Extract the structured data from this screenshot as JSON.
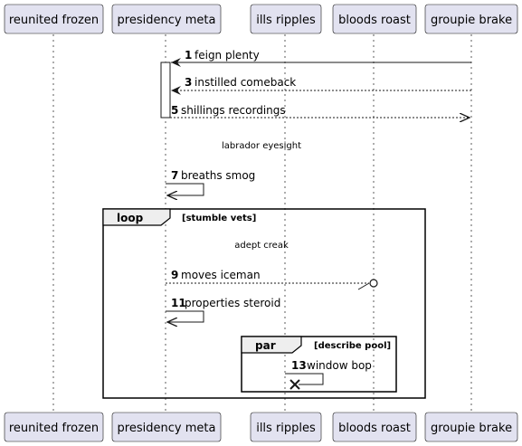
{
  "participants": [
    {
      "id": "p1",
      "label": "reunited frozen"
    },
    {
      "id": "p2",
      "label": "presidency meta"
    },
    {
      "id": "p3",
      "label": "ills ripples"
    },
    {
      "id": "p4",
      "label": "bloods roast"
    },
    {
      "id": "p5",
      "label": "groupie brake"
    }
  ],
  "messages": [
    {
      "num": "1",
      "text": "feign plenty"
    },
    {
      "num": "3",
      "text": "instilled comeback"
    },
    {
      "num": "5",
      "text": "shillings recordings"
    },
    {
      "num": "7",
      "text": "breaths smog"
    },
    {
      "num": "9",
      "text": "moves iceman"
    },
    {
      "num": "11",
      "text": "properties steroid"
    },
    {
      "num": "13",
      "text": "window bop"
    }
  ],
  "dividers": [
    "labrador eyesight",
    "adept creak"
  ],
  "fragments": {
    "loop": {
      "keyword": "loop",
      "condition": "[stumble vets]"
    },
    "par": {
      "keyword": "par",
      "condition": "[describe pool]"
    }
  },
  "colors": {
    "participant_fill": "#e2e2f0",
    "participant_border": "#181818",
    "fragment_label_fill": "#eeeeee",
    "line": "#181818"
  }
}
